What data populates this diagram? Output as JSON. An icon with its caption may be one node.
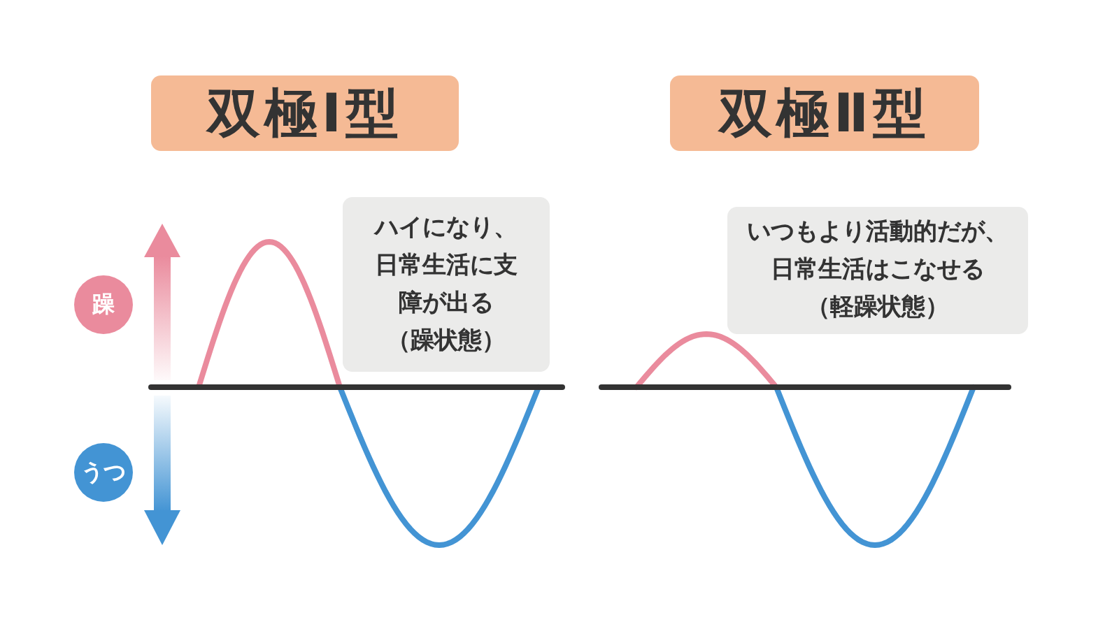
{
  "diagram": {
    "nodes": [
      {
        "text": [
          "双極Ⅰ型"
        ]
      },
      {
        "text": [
          "双極Ⅱ型"
        ]
      },
      {
        "text": [
          "ハイになり、日常生活に支障が出る",
          "（躁状態）"
        ]
      },
      {
        "text": [
          "いつもより活動的だが、日常生活はこなせる",
          "（軽躁状態）"
        ]
      },
      {
        "text": [
          "躁"
        ]
      },
      {
        "text": [
          "うつ"
        ]
      }
    ]
  }
}
